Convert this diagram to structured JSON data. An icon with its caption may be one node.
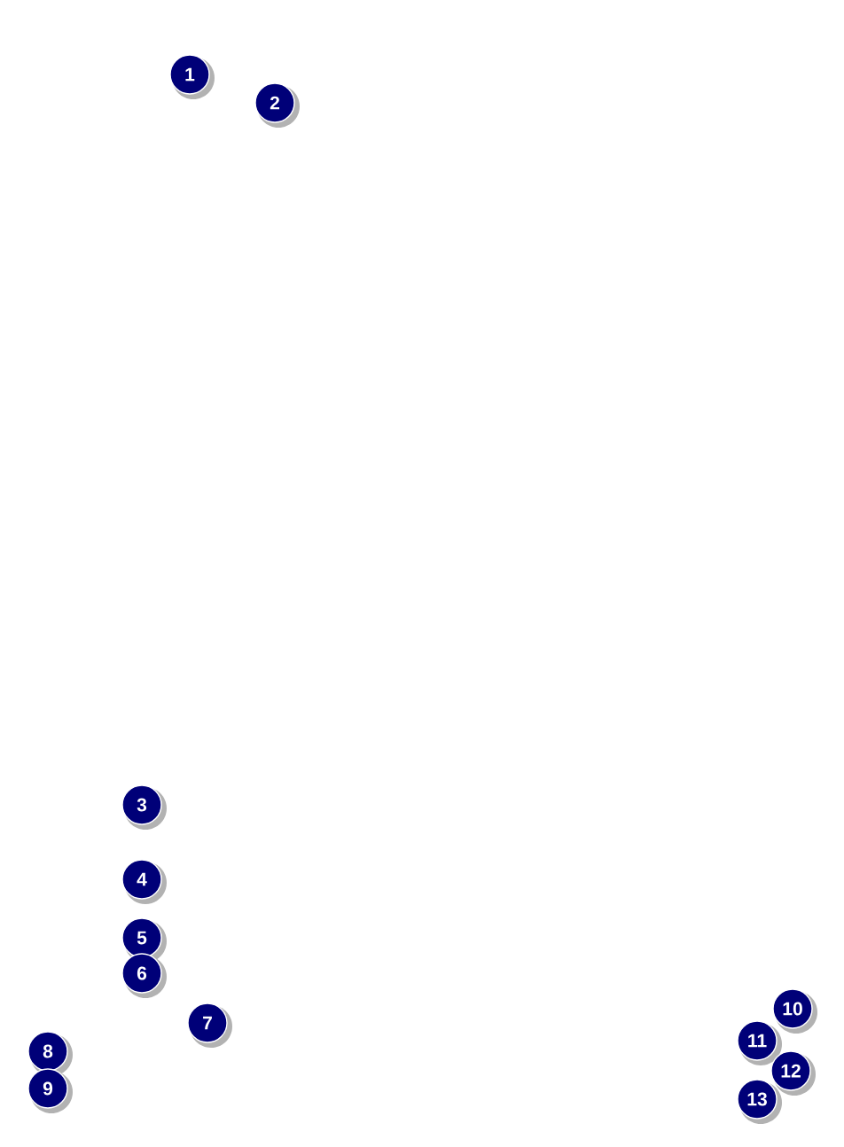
{
  "diagram": {
    "labels": [
      "1",
      "2",
      "3",
      "4",
      "5",
      "6",
      "7",
      "8",
      "9",
      "10",
      "11",
      "12",
      "13"
    ]
  }
}
